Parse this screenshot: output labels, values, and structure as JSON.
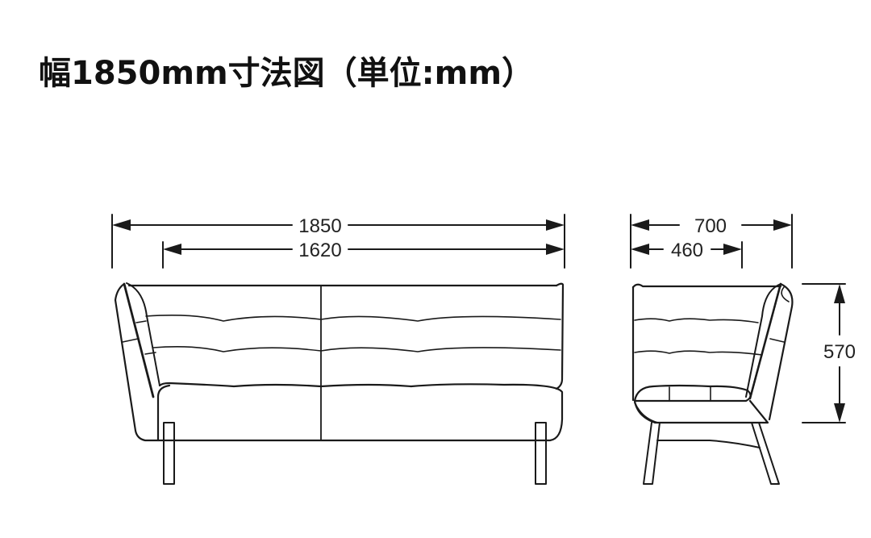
{
  "title": "幅1850mm寸法図（単位:mm）",
  "front_view": {
    "dimensions": {
      "overall_width": "1850",
      "seat_width": "1620"
    }
  },
  "side_view": {
    "dimensions": {
      "overall_depth": "700",
      "seat_depth": "460",
      "overall_height": "570"
    }
  },
  "colors": {
    "line": "#1a1a1a",
    "text": "#222222",
    "background": "#ffffff"
  }
}
